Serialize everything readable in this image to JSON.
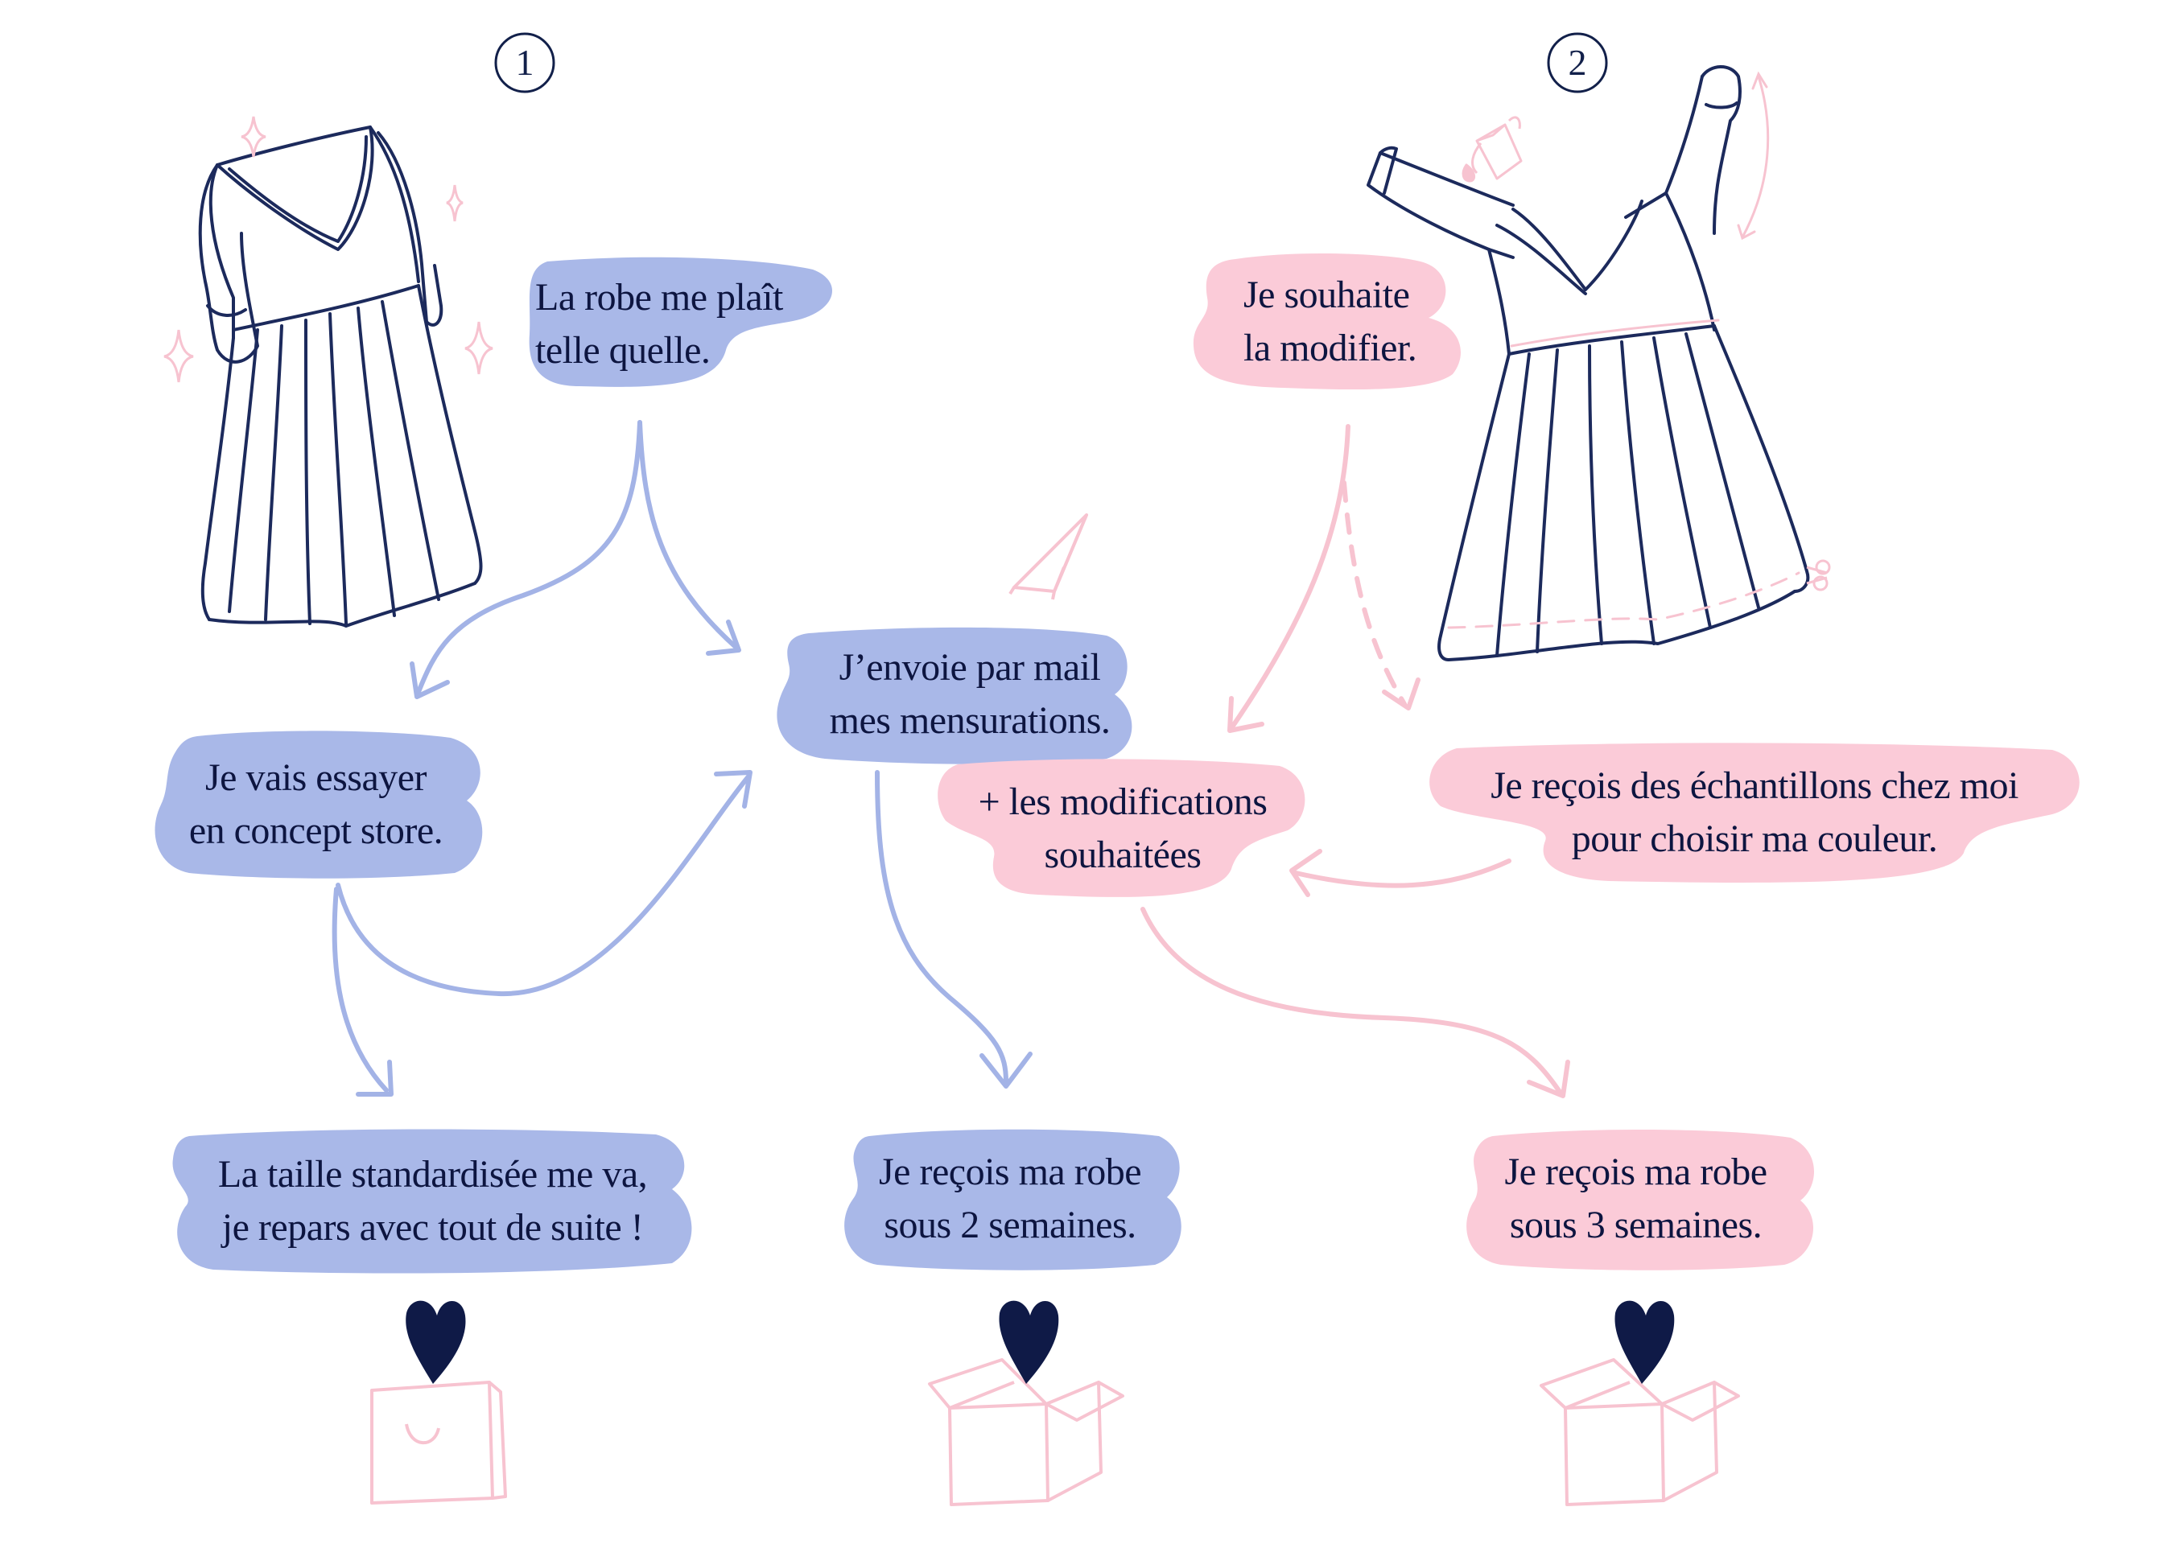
{
  "colors": {
    "blue_bubble": "#a9b8e8",
    "pink_bubble": "#fbcbd8",
    "blue_arrow": "#a3b3e6",
    "pink_arrow": "#f7c3d0",
    "ink": "#1c2a5c",
    "heart": "#0f1a47",
    "text": "#0d1540"
  },
  "steps": {
    "one": "1",
    "two": "2"
  },
  "bubbles": {
    "like_as_is": {
      "line1": "La robe me plaît",
      "line2": "telle quelle."
    },
    "want_modify": {
      "line1": "Je souhaite",
      "line2": "la modifier."
    },
    "send_email": {
      "line1": "J’envoie par mail",
      "line2": "mes mensurations."
    },
    "plus_modifications": {
      "line1": "+ les modifications",
      "line2": "souhaitées"
    },
    "concept_store": {
      "line1": "Je vais essayer",
      "line2": "en concept store."
    },
    "samples": {
      "line1": "Je reçois des échantillons chez moi",
      "line2": "pour choisir ma couleur."
    },
    "size_fits": {
      "line1": "La taille standardisée me va,",
      "line2": "je repars avec tout de suite !"
    },
    "receive_2_weeks": {
      "line1": "Je reçois ma robe",
      "line2": "sous 2 semaines."
    },
    "receive_3_weeks": {
      "line1": "Je reçois ma robe",
      "line2": "sous 3 semaines."
    }
  },
  "icons": [
    "dress-icon",
    "modified-dress-icon",
    "paper-plane-icon",
    "shopping-bag-icon",
    "open-box-icon",
    "heart-icon",
    "scissors-icon",
    "paint-bucket-icon",
    "sparkle-icon"
  ]
}
